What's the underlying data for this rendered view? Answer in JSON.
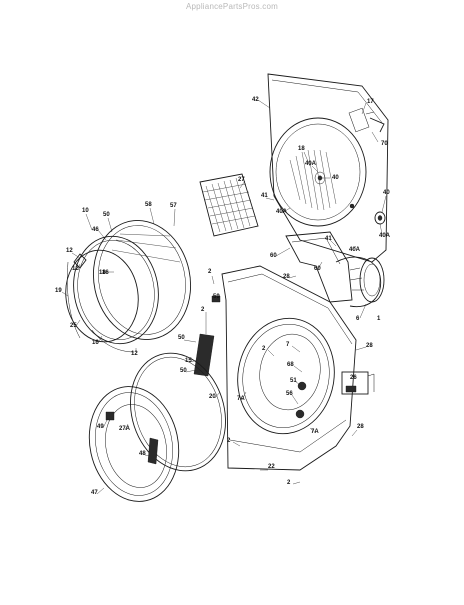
{
  "watermark": "AppliancePartsPros.com",
  "labels": [
    "42",
    "17",
    "70",
    "18",
    "40A",
    "40",
    "27",
    "41",
    "40A",
    "40",
    "40A",
    "41",
    "40A",
    "60",
    "60",
    "28",
    "6",
    "1",
    "10",
    "50",
    "58",
    "57",
    "12",
    "46",
    "18",
    "16",
    "19",
    "25",
    "12",
    "2",
    "59",
    "2",
    "16",
    "12",
    "50",
    "15",
    "50",
    "7",
    "28",
    "2",
    "68",
    "51",
    "56",
    "26",
    "20",
    "7A",
    "49",
    "27A",
    "2",
    "7A",
    "28",
    "48",
    "22",
    "47",
    "2"
  ]
}
